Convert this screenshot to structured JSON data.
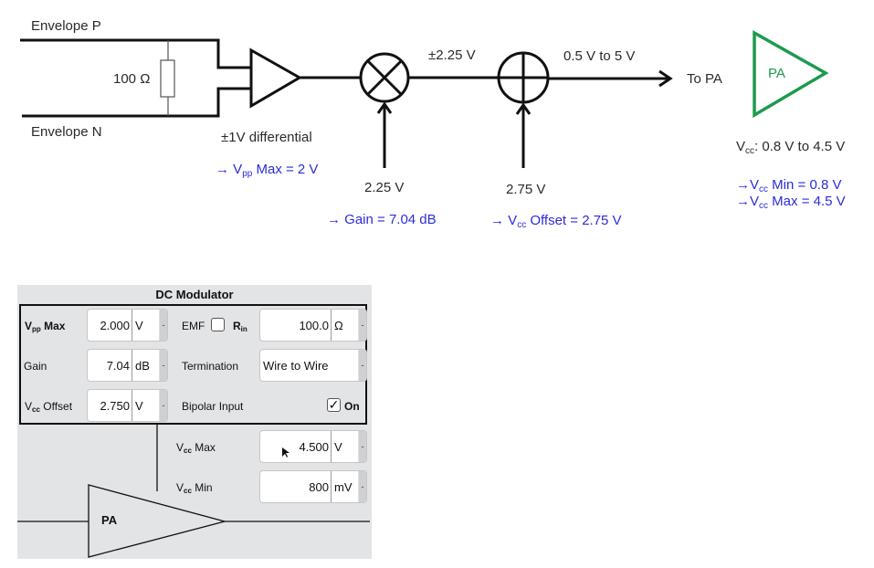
{
  "diagram": {
    "envelope_p": "Envelope P",
    "envelope_n": "Envelope N",
    "resistor": "100 Ω",
    "differential": "±1V differential",
    "vpp_note": {
      "arrow": "→",
      "sym": "V",
      "sub": "pp",
      "rest": " Max = 2 V"
    },
    "mid_signal": "±2.25 V",
    "out_signal": "0.5 V to 5 V",
    "to_pa": "To PA",
    "pa_label": "PA",
    "mult_input": "2.25 V",
    "gain_note": "→ Gain = 7.04 dB",
    "sum_input": "2.75 V",
    "offset_note": {
      "arrow": "→",
      "sym": "V",
      "sub": "cc",
      "rest": " Offset = 2.75 V"
    },
    "vcc_range": {
      "sym": "V",
      "sub": "cc",
      "rest": ": 0.8 V to 4.5 V"
    },
    "vcc_min_note": {
      "arrow": "→",
      "sym": "V",
      "sub": "cc",
      "rest": " Min = 0.8 V"
    },
    "vcc_max_note": {
      "arrow": "→",
      "sym": "V",
      "sub": "cc",
      "rest": " Max = 4.5 V"
    },
    "colors": {
      "pa": "#1e9a4e",
      "note": "#2b2bdc"
    }
  },
  "panel": {
    "title": "DC Modulator",
    "vpp_max": {
      "sym": "V",
      "sub": "pp",
      "rest": " Max",
      "value": "2.000",
      "unit": "V"
    },
    "gain": {
      "label": "Gain",
      "value": "7.04",
      "unit": "dB"
    },
    "vcc_offset": {
      "sym": "V",
      "sub": "cc",
      "rest": " Offset",
      "value": "2.750",
      "unit": "V"
    },
    "emf": {
      "label": "EMF",
      "checked": false
    },
    "rin": {
      "sym": "R",
      "sub": "in",
      "value": "100.0",
      "unit": "Ω"
    },
    "termination": {
      "label": "Termination",
      "value": "Wire to Wire"
    },
    "bipolar": {
      "label": "Bipolar Input",
      "checked": true,
      "state": "On"
    },
    "vcc_max": {
      "sym": "V",
      "sub": "cc",
      "rest": " Max",
      "value": "4.500",
      "unit": "V"
    },
    "vcc_min": {
      "sym": "V",
      "sub": "cc",
      "rest": " Min",
      "value": "800",
      "unit": "mV"
    },
    "pa_label": "PA",
    "spin_glyph": "-",
    "check_glyph": "✓"
  }
}
